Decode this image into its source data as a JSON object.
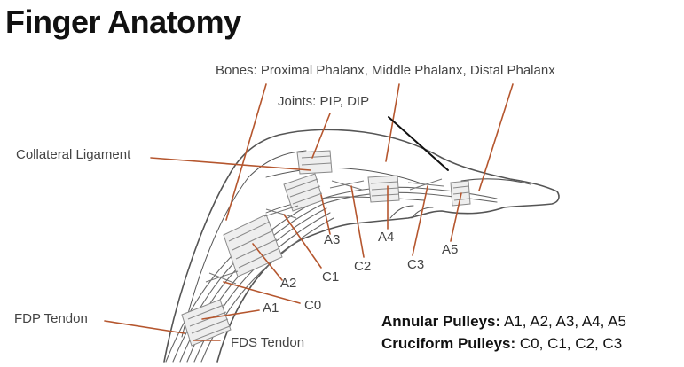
{
  "title": "Finger Anatomy",
  "labels": {
    "bones": "Bones: Proximal Phalanx, Middle Phalanx, Distal Phalanx",
    "joints": "Joints: PIP, DIP",
    "collateral": "Collateral Ligament",
    "fdp": "FDP Tendon",
    "fds": "FDS Tendon",
    "a1": "A1",
    "a2": "A2",
    "a3": "A3",
    "a4": "A4",
    "a5": "A5",
    "c0": "C0",
    "c1": "C1",
    "c2": "C2",
    "c3": "C3"
  },
  "legend": {
    "annular_label": "Annular Pulleys:",
    "annular_values": "A1, A2, A3, A4, A5",
    "cruciform_label": "Cruciform Pulleys:",
    "cruciform_values": "C0, C1, C2, C3"
  },
  "colors": {
    "leader": "#b5562e",
    "joint_leader": "#111111",
    "outline": "#555555",
    "pulley": "#8a8a8a"
  }
}
